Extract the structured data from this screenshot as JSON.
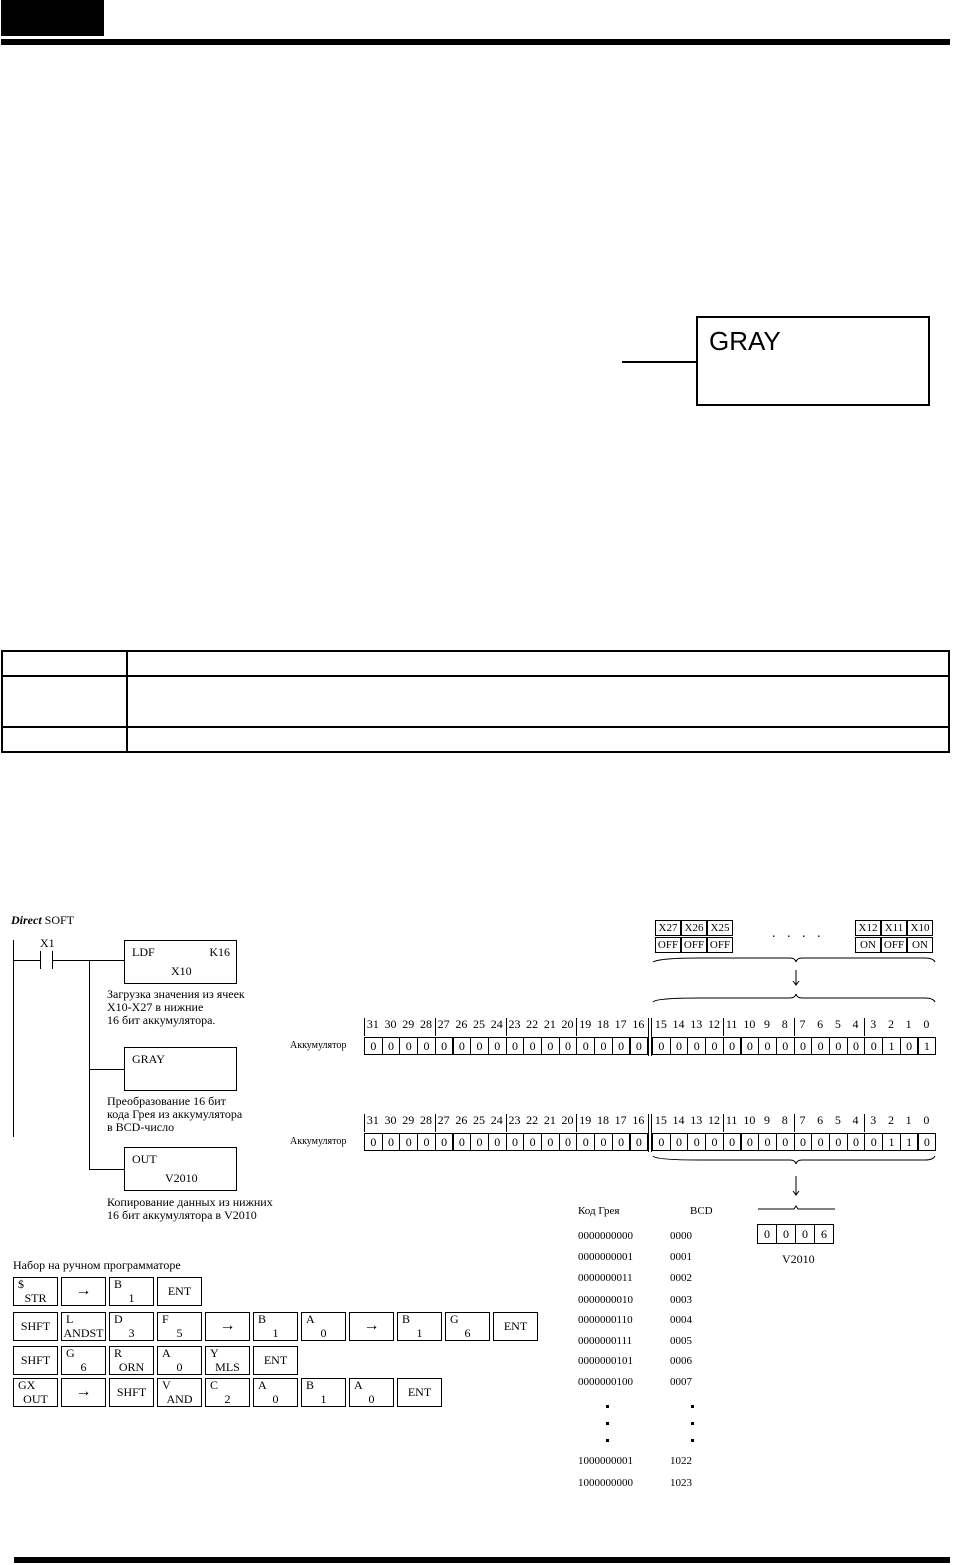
{
  "instruction_box": {
    "label": "GRAY"
  },
  "table": {
    "rows": [
      [
        "",
        ""
      ],
      [
        "",
        ""
      ],
      [
        "",
        ""
      ]
    ]
  },
  "ladder": {
    "title_bold": "Direct",
    "title_rest": " SOFT",
    "contact": "X1",
    "ldf": {
      "op": "LDF",
      "k": "K16",
      "arg": "X10",
      "note": [
        "Загрузка значения из ячеек",
        "X10-X27 в нижние",
        "16 бит аккумулятора."
      ]
    },
    "gray": {
      "op": "GRAY",
      "note": [
        "Преобразование 16 бит",
        "кода Грея из аккумулятора",
        "в BCD-число"
      ]
    },
    "out": {
      "op": "OUT",
      "arg": "V2010",
      "note": [
        "Копирование данных из нижних",
        "16 бит аккумулятора в V2010"
      ]
    }
  },
  "inputs": {
    "left": [
      {
        "name": "X27",
        "state": "OFF"
      },
      {
        "name": "X26",
        "state": "OFF"
      },
      {
        "name": "X25",
        "state": "OFF"
      }
    ],
    "dots": ". . . .",
    "right": [
      {
        "name": "X12",
        "state": "ON"
      },
      {
        "name": "X11",
        "state": "OFF"
      },
      {
        "name": "X10",
        "state": "ON"
      }
    ]
  },
  "accumulators": [
    {
      "label": "Аккумулятор",
      "bits": [
        0,
        0,
        0,
        0,
        0,
        0,
        0,
        0,
        0,
        0,
        0,
        0,
        0,
        0,
        0,
        0,
        0,
        0,
        0,
        0,
        0,
        0,
        0,
        0,
        0,
        0,
        0,
        0,
        0,
        1,
        0,
        1
      ]
    },
    {
      "label": "Аккумулятор",
      "bits": [
        0,
        0,
        0,
        0,
        0,
        0,
        0,
        0,
        0,
        0,
        0,
        0,
        0,
        0,
        0,
        0,
        0,
        0,
        0,
        0,
        0,
        0,
        0,
        0,
        0,
        0,
        0,
        0,
        0,
        1,
        1,
        0
      ]
    }
  ],
  "v2010": {
    "digits": [
      "0",
      "0",
      "0",
      "6"
    ],
    "label": "V2010"
  },
  "code_table": {
    "headers": [
      "Код Грея",
      "BCD"
    ],
    "rows": [
      [
        "0000000000",
        "0000"
      ],
      [
        "0000000001",
        "0001"
      ],
      [
        "0000000011",
        "0002"
      ],
      [
        "0000000010",
        "0003"
      ],
      [
        "0000000110",
        "0004"
      ],
      [
        "0000000111",
        "0005"
      ],
      [
        "0000000101",
        "0006"
      ],
      [
        "0000000100",
        "0007"
      ],
      [
        "⋮",
        "⋮"
      ],
      [
        "1000000001",
        "1022"
      ],
      [
        "1000000000",
        "1023"
      ]
    ]
  },
  "keypad": {
    "title": "Набор на ручном программаторе",
    "rows": [
      [
        [
          "$",
          "STR"
        ],
        [
          "→",
          ""
        ],
        [
          "B",
          "1"
        ],
        [
          "ENT",
          ""
        ]
      ],
      [
        [
          "SHFT",
          ""
        ],
        [
          "L",
          "ANDST"
        ],
        [
          "D",
          "3"
        ],
        [
          "F",
          "5"
        ],
        [
          "→",
          ""
        ],
        [
          "B",
          "1"
        ],
        [
          "A",
          "0"
        ],
        [
          "→",
          ""
        ],
        [
          "B",
          "1"
        ],
        [
          "G",
          "6"
        ],
        [
          "ENT",
          ""
        ]
      ],
      [
        [
          "SHFT",
          ""
        ],
        [
          "G",
          "6"
        ],
        [
          "R",
          "ORN"
        ],
        [
          "A",
          "0"
        ],
        [
          "Y",
          "MLS"
        ],
        [
          "ENT",
          ""
        ]
      ],
      [
        [
          "GX",
          "OUT"
        ],
        [
          "→",
          ""
        ],
        [
          "SHFT",
          ""
        ],
        [
          "V",
          "AND"
        ],
        [
          "C",
          "2"
        ],
        [
          "A",
          "0"
        ],
        [
          "B",
          "1"
        ],
        [
          "A",
          "0"
        ],
        [
          "ENT",
          ""
        ]
      ]
    ]
  }
}
